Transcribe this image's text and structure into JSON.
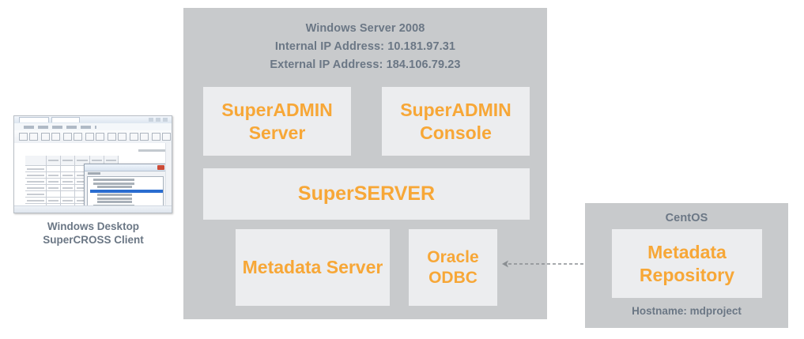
{
  "client": {
    "thumbnail_alt": "SuperCROSS client application window screenshot",
    "caption_line1": "Windows Desktop",
    "caption_line2": "SuperCROSS Client"
  },
  "server_panel": {
    "title_line1": "Windows Server 2008",
    "title_line2": "Internal IP Address: 10.181.97.31",
    "title_line3": "External IP Address: 184.106.79.23",
    "boxes": [
      {
        "id": "superadmin-server",
        "label_line1": "SuperADMIN",
        "label_line2": "Server"
      },
      {
        "id": "superadmin-console",
        "label_line1": "SuperADMIN",
        "label_line2": "Console"
      },
      {
        "id": "superserver",
        "label_line1": "SuperSERVER",
        "label_line2": ""
      },
      {
        "id": "metadata-server",
        "label_line1": "Metadata Server",
        "label_line2": ""
      },
      {
        "id": "oracle-odbc",
        "label_line1": "Oracle",
        "label_line2": "ODBC"
      }
    ]
  },
  "database_panel": {
    "title": "CentOS",
    "box": {
      "label_line1": "Metadata",
      "label_line2": "Repository"
    },
    "footer": "Hostname: mdproject"
  },
  "connector": {
    "name": "odbc-to-repository-link",
    "style": "dashed",
    "direction": "bidirectional"
  },
  "colors": {
    "panel_gray": "#c8cacc",
    "box_fill": "#ecedef",
    "accent_orange": "#f7a737",
    "label_slate": "#6b7785",
    "connector_gray": "#8a8e92",
    "page_background": "#ffffff"
  }
}
